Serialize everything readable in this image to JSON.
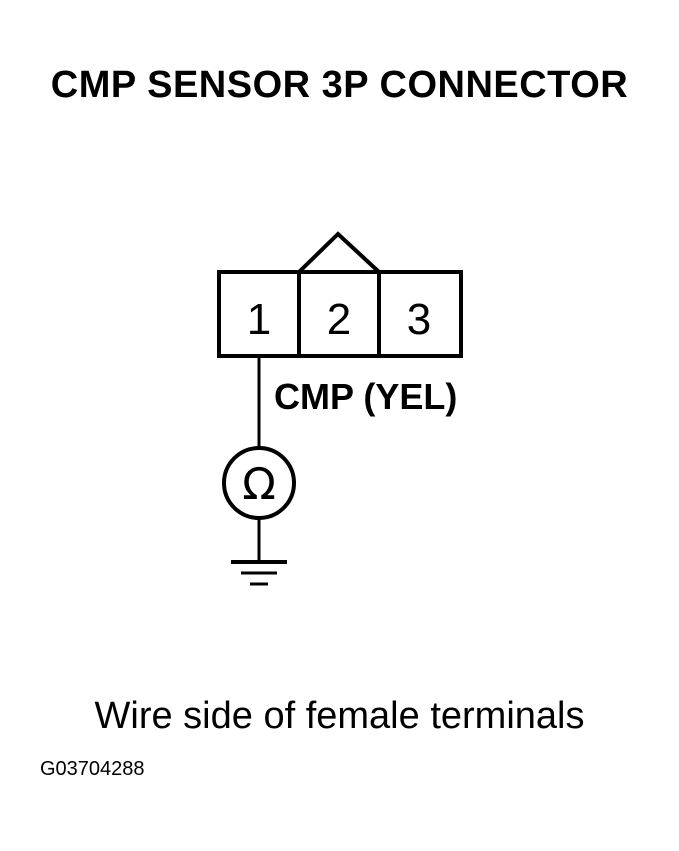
{
  "title": "CMP SENSOR 3P CONNECTOR",
  "connector": {
    "terminals": [
      "1",
      "2",
      "3"
    ],
    "wire_label": "CMP (YEL)"
  },
  "meter_symbol": "Ω",
  "ground_icon": "ground-icon",
  "caption": "Wire side of female terminals",
  "figure_id": "G03704288"
}
